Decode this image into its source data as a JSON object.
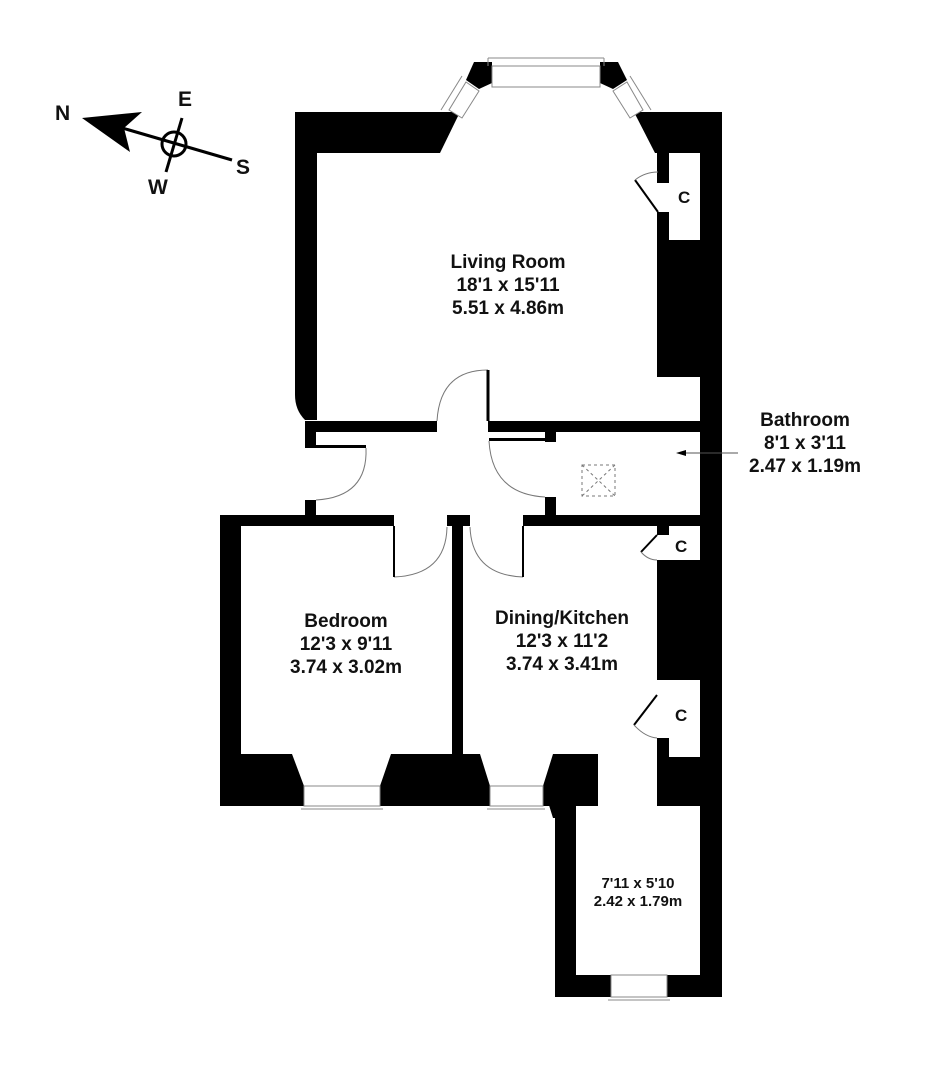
{
  "floorplan": {
    "colors": {
      "wall": "#000000",
      "background": "#ffffff",
      "window": "#888888",
      "door_arc": "#777777",
      "text": "#111111"
    },
    "compass": {
      "north": "N",
      "east": "E",
      "south": "S",
      "west": "W"
    },
    "rooms": [
      {
        "id": "living-room",
        "name": "Living Room",
        "imperial": "18'1 x 15'11",
        "metric": "5.51 x 4.86m"
      },
      {
        "id": "bathroom",
        "name": "Bathroom",
        "imperial": "8'1 x 3'11",
        "metric": "2.47 x 1.19m"
      },
      {
        "id": "bedroom",
        "name": "Bedroom",
        "imperial": "12'3 x 9'11",
        "metric": "3.74 x 3.02m"
      },
      {
        "id": "dining-kitchen",
        "name": "Dining/Kitchen",
        "imperial": "12'3 x 11'2",
        "metric": "3.74 x 3.41m"
      },
      {
        "id": "kitchen-annex",
        "name": "",
        "imperial": "7'11 x 5'10",
        "metric": "2.42 x 1.79m"
      }
    ],
    "closets": [
      {
        "id": "closet-living",
        "label": "C"
      },
      {
        "id": "closet-kitchen-upper",
        "label": "C"
      },
      {
        "id": "closet-kitchen-lower",
        "label": "C"
      }
    ]
  }
}
